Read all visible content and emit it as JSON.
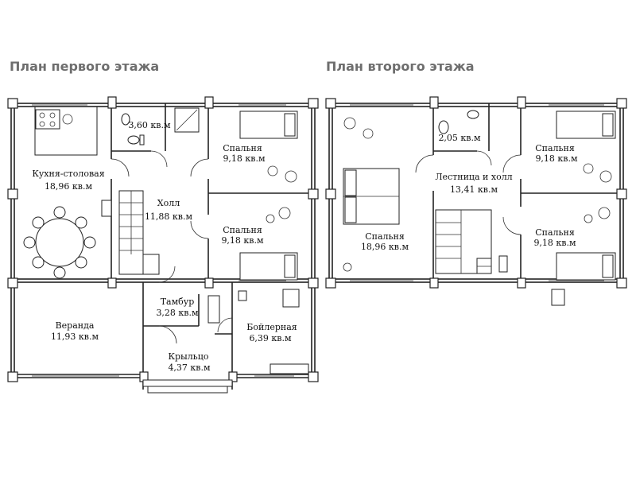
{
  "floors": [
    {
      "title": "План первого этажа",
      "rooms": [
        {
          "name": "Кухня-столовая",
          "area": "18,96 кв.м"
        },
        {
          "name": "",
          "area": "3,60 кв.м"
        },
        {
          "name": "Спальня",
          "area": "9,18 кв.м"
        },
        {
          "name": "Холл",
          "area": "11,88 кв.м"
        },
        {
          "name": "Спальня",
          "area": "9,18 кв.м"
        },
        {
          "name": "Веранда",
          "area": "11,93 кв.м"
        },
        {
          "name": "Тамбур",
          "area": "3,28 кв.м"
        },
        {
          "name": "Бойлерная",
          "area": "6,39 кв.м"
        },
        {
          "name": "Крыльцо",
          "area": "4,37 кв.м"
        }
      ]
    },
    {
      "title": "План второго этажа",
      "rooms": [
        {
          "name": "",
          "area": "2,05 кв.м"
        },
        {
          "name": "Спальня",
          "area": "9,18 кв.м"
        },
        {
          "name": "Лестница и холл",
          "area": "13,41 кв.м"
        },
        {
          "name": "Спальня",
          "area": "18,96 кв.м"
        },
        {
          "name": "Спальня",
          "area": "9,18 кв.м"
        }
      ]
    }
  ]
}
